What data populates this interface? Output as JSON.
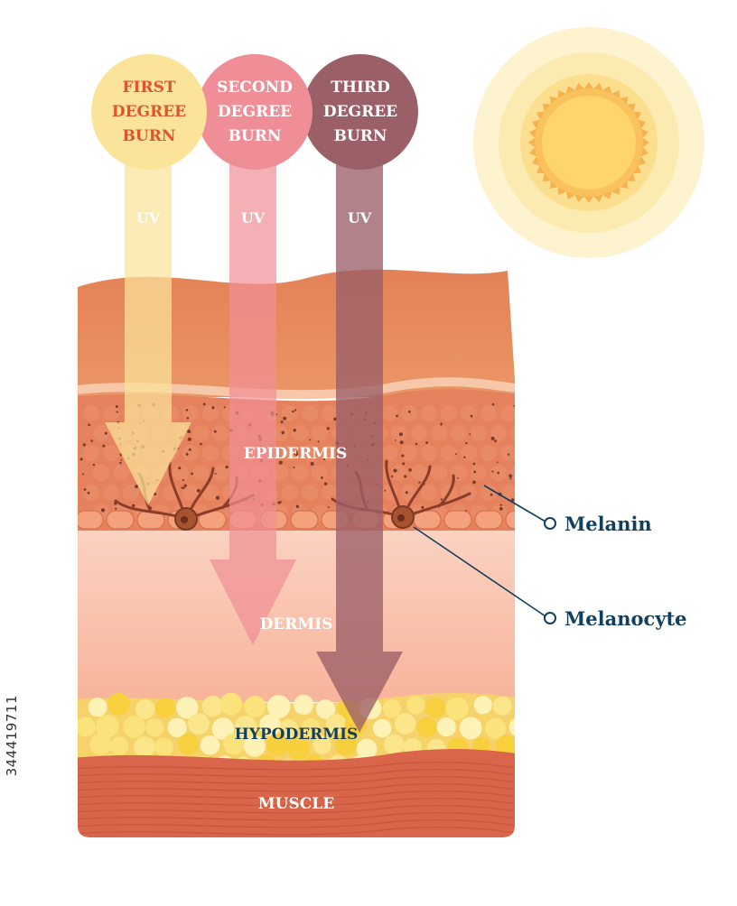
{
  "burns": [
    {
      "line1": "FIRST",
      "line2": "DEGREE",
      "line3": "BURN",
      "ray_label": "UV",
      "color": "#fbe39a",
      "text_color": "#e0542c"
    },
    {
      "line1": "SECOND",
      "line2": "DEGREE",
      "line3": "BURN",
      "ray_label": "UV",
      "color": "#ef8e96",
      "text_color": "#ffffff"
    },
    {
      "line1": "THIRD",
      "line2": "DEGREE",
      "line3": "BURN",
      "ray_label": "UV",
      "color": "#9b5f68",
      "text_color": "#ffffff"
    }
  ],
  "layers": {
    "epidermis": "EPIDERMIS",
    "dermis": "DERMIS",
    "hypodermis": "HYPODERMIS",
    "muscle": "MUSCLE"
  },
  "callouts": {
    "melanin": "Melanin",
    "melanocyte": "Melanocyte",
    "color": "#123f5c"
  },
  "stock_id": "344419711",
  "colors": {
    "sun_core": "#fcd56a",
    "sun_glow": "#fdf1c6",
    "fat": "#f8d855",
    "muscle": "#d9664a"
  }
}
